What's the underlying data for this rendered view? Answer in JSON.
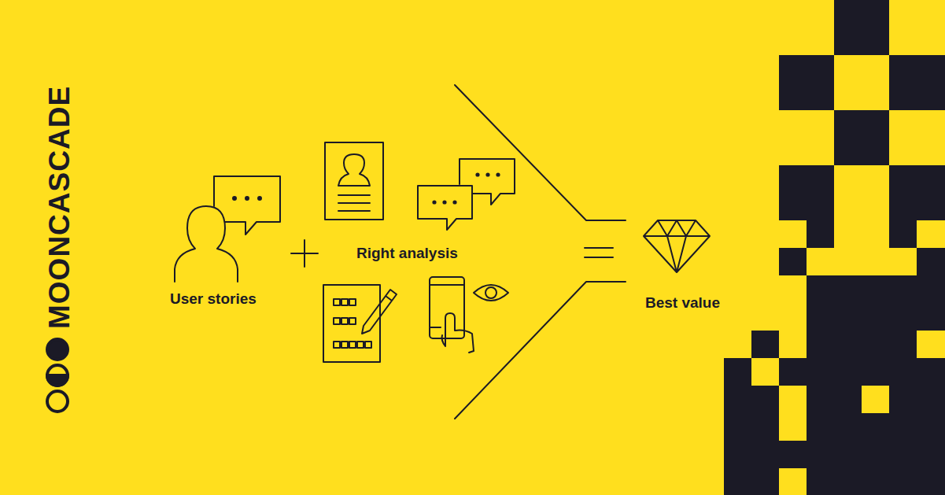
{
  "diagram": {
    "labels": [
      "MOONCASCADE",
      "User stories",
      "Right analysis",
      "Best value"
    ]
  }
}
